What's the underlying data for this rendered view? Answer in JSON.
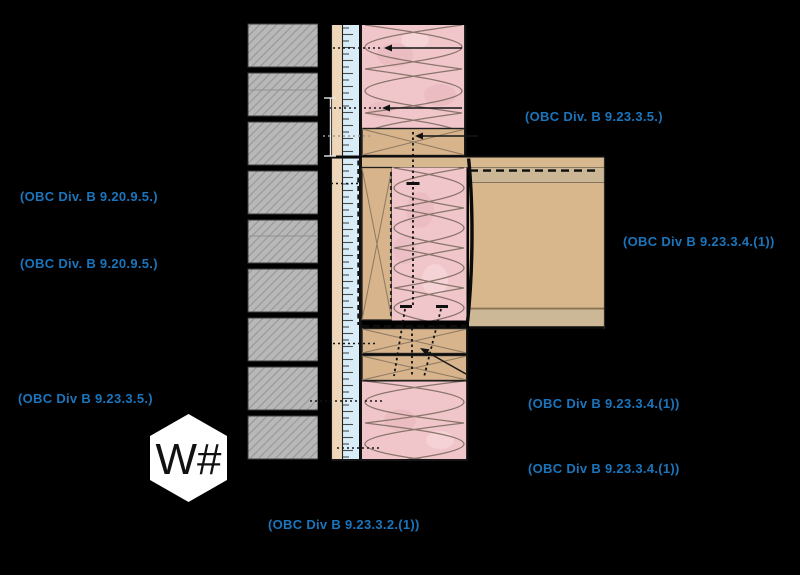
{
  "annotations": [
    {
      "id": "left-upper",
      "text": "(OBC Div. B 9.20.9.5.)"
    },
    {
      "id": "left-lower",
      "text": "(OBC Div. B 9.20.9.5.)"
    },
    {
      "id": "left-bottom",
      "text": "(OBC Div B 9.23.3.5.)"
    },
    {
      "id": "right-top",
      "text": "(OBC Div. B 9.23.3.5.)"
    },
    {
      "id": "right-middle",
      "text": "(OBC Div B 9.23.3.4.(1))"
    },
    {
      "id": "right-lower-1",
      "text": "(OBC Div B 9.23.3.4.(1))"
    },
    {
      "id": "right-lower-2",
      "text": "(OBC Div B 9.23.3.4.(1))"
    },
    {
      "id": "bottom",
      "text": "(OBC Div B 9.23.3.2.(1))"
    }
  ],
  "section_marker": {
    "label": "W#"
  },
  "icons": {
    "section_marker": "hexagon-marker",
    "leader_arrows": "arrowhead-left"
  },
  "colors": {
    "background": "#000000",
    "annotation_blue": "#1B75BC",
    "brick_gray": "#b8b8b8",
    "sheathing_tan": "#eed6ba",
    "rigid_insulation_blue": "#d8edf8",
    "wood_framing": "#d7b48b",
    "floor_joist_tan": "#d8b78c",
    "floor_band_beige": "#cbb795",
    "batt_insulation_pink": "#f1c6cb",
    "marker_fill": "#ffffff",
    "line_black": "#111111"
  }
}
